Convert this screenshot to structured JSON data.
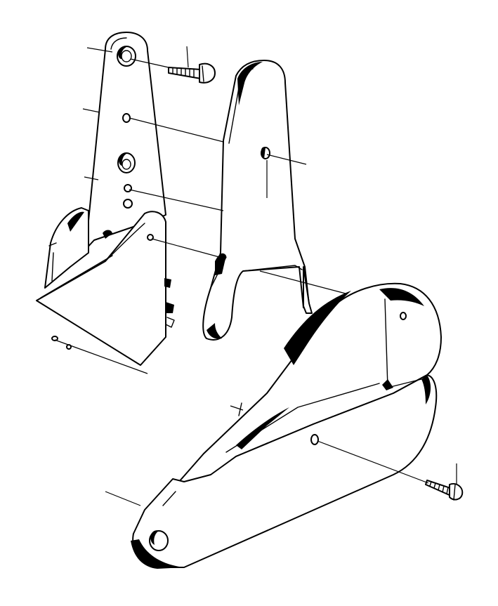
{
  "diagram": {
    "background": "#ffffff",
    "ink": "#000000",
    "parts": [
      {
        "id": "hinge-bracket-rear",
        "icon": "hinge-plate-icon"
      },
      {
        "id": "screw-top",
        "icon": "screw-icon"
      },
      {
        "id": "hinge-arm-front",
        "icon": "hinge-arm-icon"
      },
      {
        "id": "seat-side-trim",
        "icon": "trim-panel-icon"
      },
      {
        "id": "hinge-cover",
        "icon": "cover-icon"
      },
      {
        "id": "screw-bottom",
        "icon": "screw-icon"
      }
    ]
  }
}
